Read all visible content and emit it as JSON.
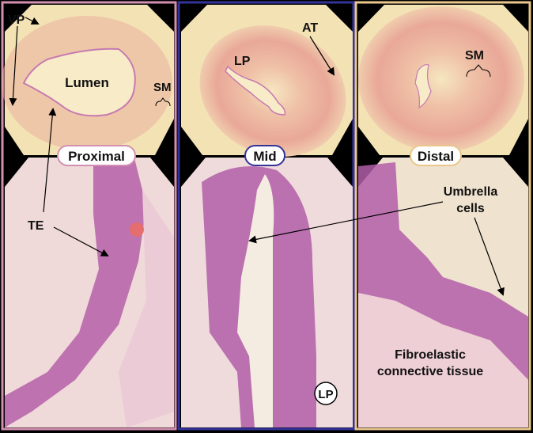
{
  "panels": [
    {
      "name": "Proximal",
      "border_color": "#d38fb0"
    },
    {
      "name": "Mid",
      "border_color": "#33339a"
    },
    {
      "name": "Distal",
      "border_color": "#e8c68c"
    }
  ],
  "labels": {
    "vp": "VP",
    "lumen": "Lumen",
    "sm_proximal": "SM",
    "at": "AT",
    "lp_top": "LP",
    "sm_distal": "SM",
    "te": "TE",
    "umbrella_line1": "Umbrella",
    "umbrella_line2": "cells",
    "lp_bottom": "LP",
    "fibro_line1": "Fibroelastic",
    "fibro_line2": "connective tissue"
  },
  "colors": {
    "background": "#000000",
    "low_power_field": "#f3e2b4",
    "muscle_ring": "#eaa99a",
    "epithelium": "#b55fa8",
    "stroma": "#efcfd6"
  }
}
